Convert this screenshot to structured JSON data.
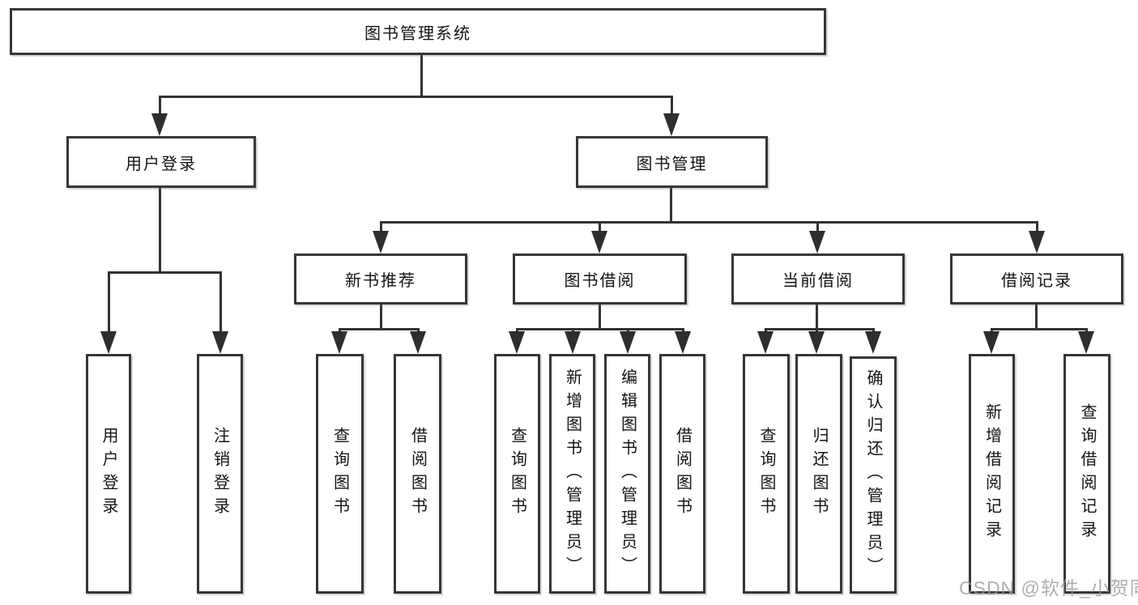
{
  "diagram": {
    "title": "图书管理系统",
    "root": {
      "label": "图书管理系统"
    },
    "level2": [
      {
        "label": "用户登录"
      },
      {
        "label": "图书管理"
      }
    ],
    "level3": [
      {
        "label": "新书推荐",
        "parent": "图书管理"
      },
      {
        "label": "图书借阅",
        "parent": "图书管理"
      },
      {
        "label": "当前借阅",
        "parent": "图书管理"
      },
      {
        "label": "借阅记录",
        "parent": "图书管理"
      }
    ],
    "leaves": [
      {
        "label": "用户登录",
        "parent": "用户登录"
      },
      {
        "label": "注销登录",
        "parent": "用户登录"
      },
      {
        "label": "查询图书",
        "parent": "新书推荐"
      },
      {
        "label": "借阅图书",
        "parent": "新书推荐"
      },
      {
        "label": "查询图书",
        "parent": "图书借阅"
      },
      {
        "label": "新增图书（管理员）",
        "parent": "图书借阅"
      },
      {
        "label": "编辑图书（管理员）",
        "parent": "图书借阅"
      },
      {
        "label": "借阅图书",
        "parent": "图书借阅"
      },
      {
        "label": "查询图书",
        "parent": "当前借阅"
      },
      {
        "label": "归还图书",
        "parent": "当前借阅"
      },
      {
        "label": "确认归还（管理员）",
        "parent": "当前借阅"
      },
      {
        "label": "新增借阅记录",
        "parent": "借阅记录"
      },
      {
        "label": "查询借阅记录",
        "parent": "借阅记录"
      }
    ],
    "watermark": "CSDN @软件_小贺同学",
    "colors": {
      "line": "#333333",
      "border": "#363636",
      "text": "#141414",
      "background": "#ffffff",
      "watermark": "#9b9b9b"
    }
  }
}
